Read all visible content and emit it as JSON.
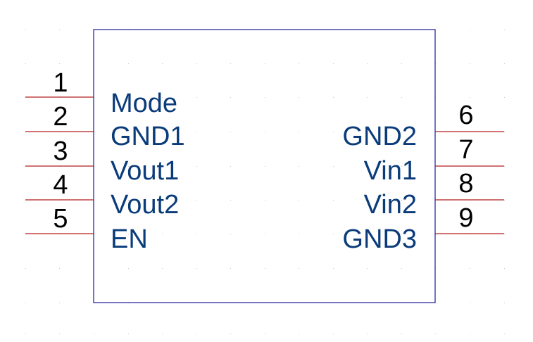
{
  "component": {
    "colors": {
      "pin_line": "#b31f1f",
      "body_outline": "#1a1a99",
      "pin_name": "#0a3b7a",
      "pin_number": "#000000",
      "grid_dot": "#c8c8c8"
    },
    "left_pins": [
      {
        "number": "1",
        "name": "Mode"
      },
      {
        "number": "2",
        "name": "GND1"
      },
      {
        "number": "3",
        "name": "Vout1"
      },
      {
        "number": "4",
        "name": "Vout2"
      },
      {
        "number": "5",
        "name": "EN"
      }
    ],
    "right_pins": [
      {
        "number": "6",
        "name": "GND2"
      },
      {
        "number": "7",
        "name": "Vin1"
      },
      {
        "number": "8",
        "name": "Vin2"
      },
      {
        "number": "9",
        "name": "GND3"
      }
    ]
  }
}
